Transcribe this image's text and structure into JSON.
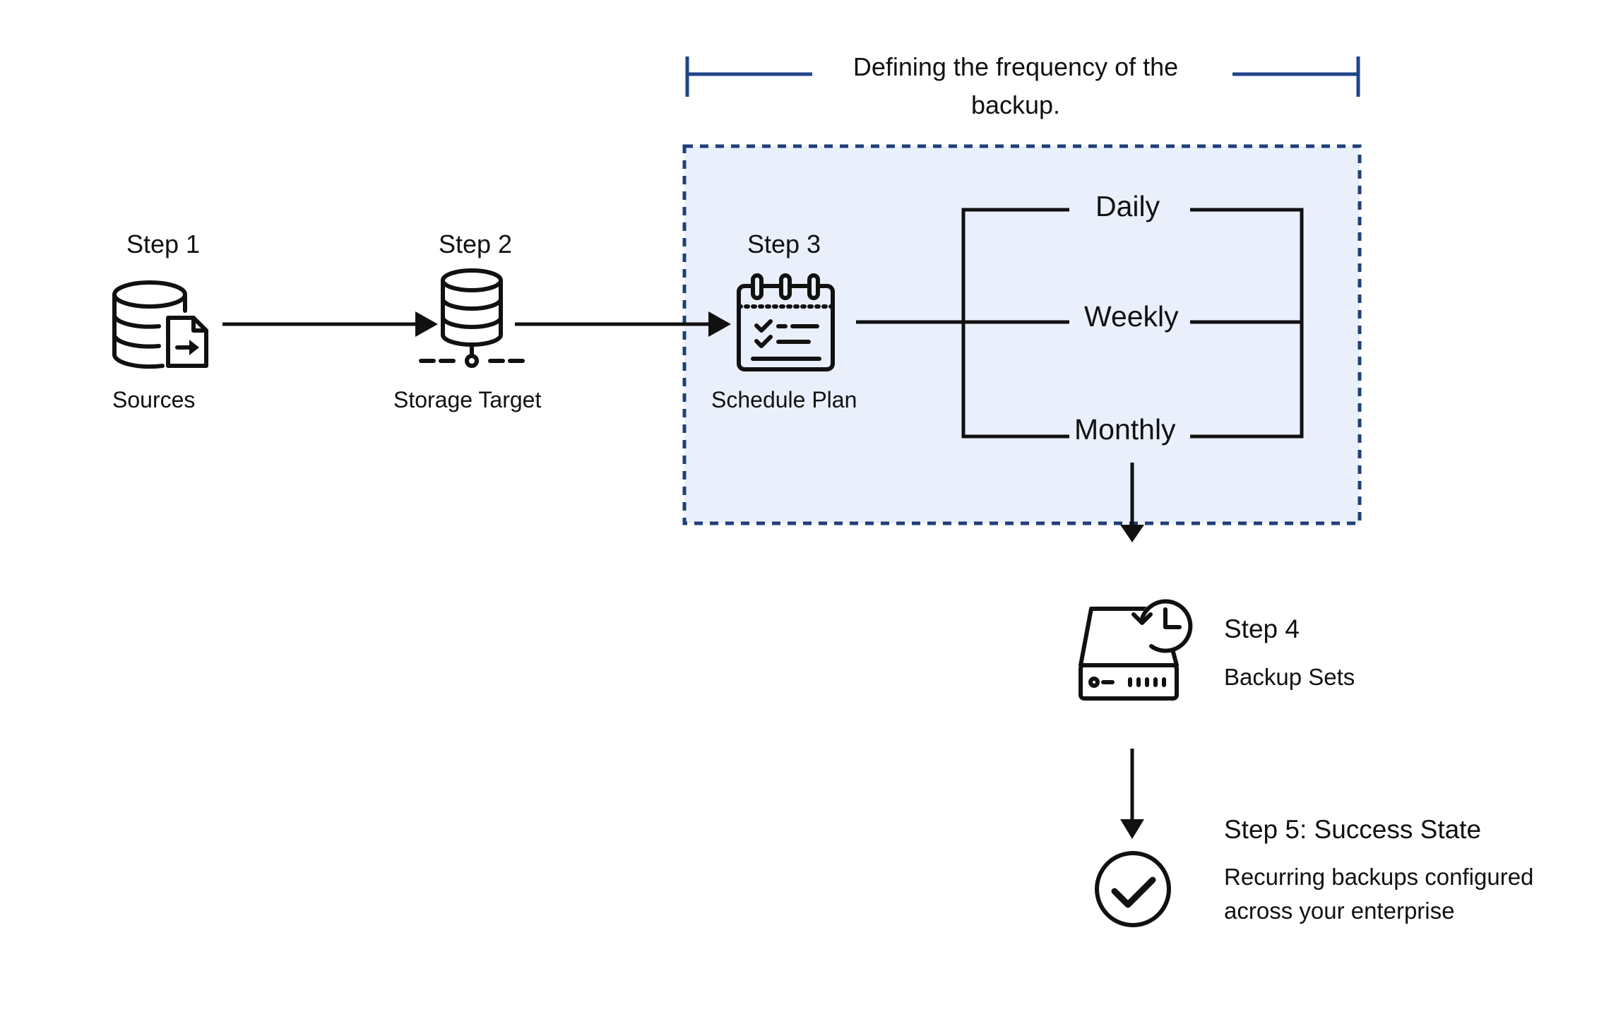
{
  "frequency_caption": "Defining the frequency of the backup.",
  "steps": [
    {
      "title": "Step 1",
      "name": "Sources",
      "icon": "database-file-icon"
    },
    {
      "title": "Step 2",
      "name": "Storage Target",
      "icon": "database-network-icon"
    },
    {
      "title": "Step 3",
      "name": "Schedule Plan",
      "icon": "calendar-checklist-icon"
    },
    {
      "title": "Step 4",
      "name": "Backup Sets",
      "icon": "hard-drive-clock-icon"
    },
    {
      "title": "Step 5: Success State",
      "name": "Recurring backups configured across your enterprise",
      "icon": "check-circle-icon"
    }
  ],
  "frequencies": [
    "Daily",
    "Weekly",
    "Monthly"
  ],
  "colors": {
    "bracket_blue": "#1f4489",
    "dashed_border": "#1f3f78",
    "highlight_fill": "#e9f0fb",
    "line": "#111111"
  }
}
